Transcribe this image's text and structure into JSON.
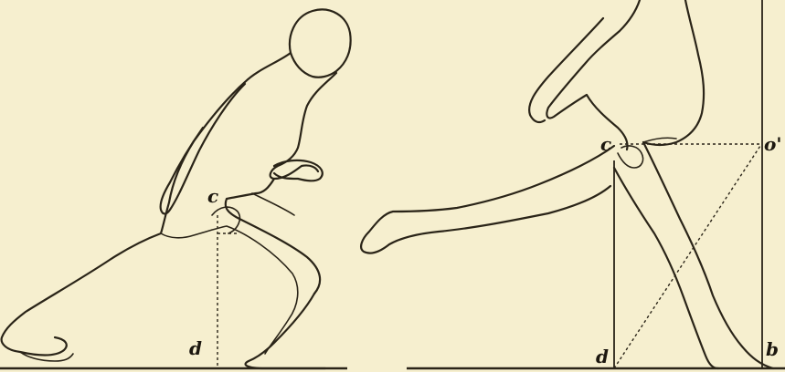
{
  "figure": {
    "left": {
      "labels": {
        "c": "c",
        "d": "d"
      }
    },
    "right": {
      "labels": {
        "c": "c",
        "o": "o'",
        "d": "d",
        "b": "b"
      }
    }
  }
}
